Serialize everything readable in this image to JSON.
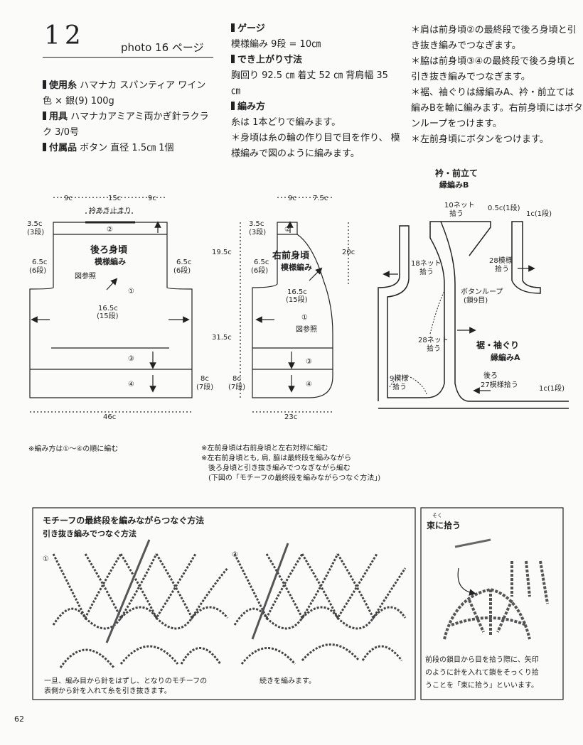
{
  "header": {
    "number": "12",
    "photo": "photo 16 ページ"
  },
  "materials": {
    "yarn_label": "使用糸",
    "yarn_line1": "ハマナカ スパンティア ワイン",
    "yarn_line2": "色 × 銀(9) 100g",
    "tool_label": "用具",
    "tool_line1": "ハマナカアミアミ両かぎ針ラクラ",
    "tool_line2": "ク 3/0号",
    "parts_label": "付属品",
    "parts_value": "ボタン 直径 1.5㎝ 1個"
  },
  "gauge": {
    "label": "ゲージ",
    "value": "模様編み 9段 = 10㎝"
  },
  "size": {
    "label": "でき上がり寸法",
    "line1": "胸回り 92.5 ㎝ 着丈 52 ㎝ 背肩幅 35",
    "line2": "㎝"
  },
  "method": {
    "label": "編み方",
    "line1": "糸は 1本どりで編みます。",
    "line2": "＊身頃は糸の輪の作り目で目を作り、 模",
    "line3": "様編みで図のように編みます。"
  },
  "notes_right": [
    "＊肩は前身頃②の最終段で後ろ身頃と引",
    "き抜き編みでつなぎます。",
    "＊脇は前身頃③④の最終段で後ろ身頃と",
    "引き抜き編みでつなぎます。",
    "＊裾、袖ぐりは縁編みA、衿・前立ては",
    "編みBを輪に編みます。右前身頃にはボタ",
    "ンループをつけます。",
    "＊左前身頃にボタンをつけます。"
  ],
  "back": {
    "title": "後ろ身頃",
    "sub": "模様編み",
    "ref": "図参照",
    "w_top_left": "9c",
    "w_top_mid": "15c",
    "w_top_right": "9c",
    "neck": "衿あき止まり",
    "shoulder_l": "3.5c",
    "shoulder_l2": "(3段)",
    "arm_l": "6.5c",
    "arm_l2": "(6段)",
    "arm_r": "6.5c",
    "arm_r2": "(6段)",
    "center": "16.5c",
    "center2": "(15段)",
    "width": "46c",
    "c1": "①",
    "c2": "②",
    "c3": "③",
    "c4": "④"
  },
  "front": {
    "title": "右前身頃",
    "sub": "模様編み",
    "ref": "図参照",
    "w_top_left": "9c",
    "w_top_mid": "7.5c",
    "shoulder": "3.5c",
    "shoulder2": "(3段)",
    "arm": "6.5c",
    "arm2": "(6段)",
    "center": "16.5c",
    "center2": "(15段)",
    "h_total": "31.5c",
    "h_upper": "19.5c",
    "h_right": "20c",
    "hem_l": "8c",
    "hem_l2": "(7段)",
    "hem_m": "8c",
    "hem_m2": "(7段)",
    "width": "23c",
    "c1": "①",
    "c2": "②",
    "c3": "③",
    "c4": "④"
  },
  "edging": {
    "collar_title": "衿・前立て",
    "collar_sub": "縁編みB",
    "net10": "10ネット",
    "pick": "拾う",
    "c05": "0.5c(1段)",
    "c1": "1c(1段)",
    "net18": "18ネット",
    "pick18": "拾う",
    "pat28": "28模様",
    "pick28": "拾う",
    "loop": "ボタンループ",
    "loop2": "(鎖9目)",
    "net28": "28ネット",
    "pick28b": "拾う",
    "hem_title": "裾・袖ぐり",
    "hem_sub": "縁編みA",
    "pat9": "9模様",
    "pick9": "拾う",
    "back27": "後ろ",
    "back27b": "27模様拾う",
    "c1b": "1c(1段)"
  },
  "notes_mid": {
    "left": "※編み方は①〜④の順に編む",
    "r1": "※左前身頃は右前身頃と左右対称に編む",
    "r2": "※左右前身頃とも, 肩, 脇は最終段を編みながら",
    "r3": "後ろ身頃と引き抜き編みでつなぎながら編む",
    "r4": "(下図の「モチーフの最終段を編みながらつなぐ方法」)"
  },
  "box1": {
    "title": "モチーフの最終段を編みながらつなぐ方法",
    "subtitle": "引き抜き編みでつなぐ方法",
    "n1": "①",
    "n2": "②",
    "cap1a": "一旦、編み目から針をはずし、となりのモチーフの",
    "cap1b": "表側から針を入れて糸を引き抜きます。",
    "cap2": "続きを編みます。"
  },
  "box2": {
    "ruby": "そく",
    "title": "束に拾う",
    "t1": "前段の鎖目から目を拾う際に、矢印",
    "t2": "のように針を入れて鎖をそっくり拾",
    "t3": "うことを「束に拾う」といいます。"
  },
  "page_number": "62"
}
